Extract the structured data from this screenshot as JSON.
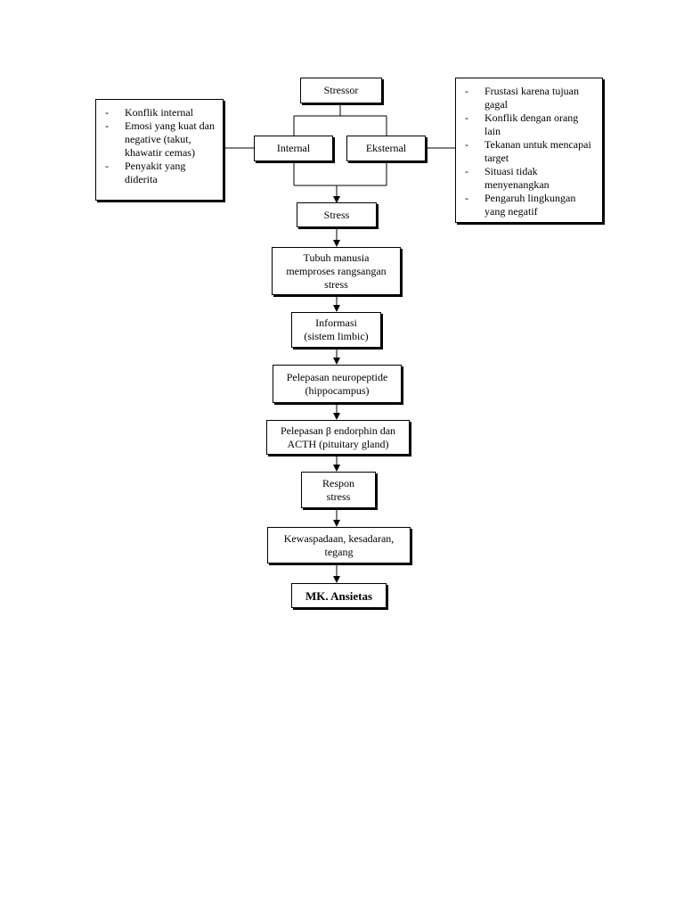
{
  "nodes": {
    "stressor": "Stressor",
    "internal": "Internal",
    "eksternal": "Eksternal",
    "stress": "Stress",
    "tubuh": "Tubuh manusia memproses rangsangan stress",
    "informasi_1": "Informasi",
    "informasi_2": "(sistem limbic)",
    "neuropeptide_1": "Pelepasan neuropeptide",
    "neuropeptide_2": "(hippocampus)",
    "endorphin_1": "Pelepasan β endorphin dan",
    "endorphin_2": "ACTH (pituitary gland)",
    "respon_1": "Respon",
    "respon_2": "stress",
    "kewaspadaan_1": "Kewaspadaan, kesadaran,",
    "kewaspadaan_2": "tegang",
    "ansietas": "MK. Ansietas"
  },
  "internal_factors": [
    "Konflik internal",
    "Emosi yang kuat dan negative (takut, khawatir cemas)",
    "Penyakit yang diderita"
  ],
  "external_factors": [
    "Frustasi karena tujuan gagal",
    "Konflik dengan orang lain",
    "Tekanan untuk mencapai target",
    "Situasi tidak menyenangkan",
    "Pengaruh lingkungan yang negatif"
  ]
}
